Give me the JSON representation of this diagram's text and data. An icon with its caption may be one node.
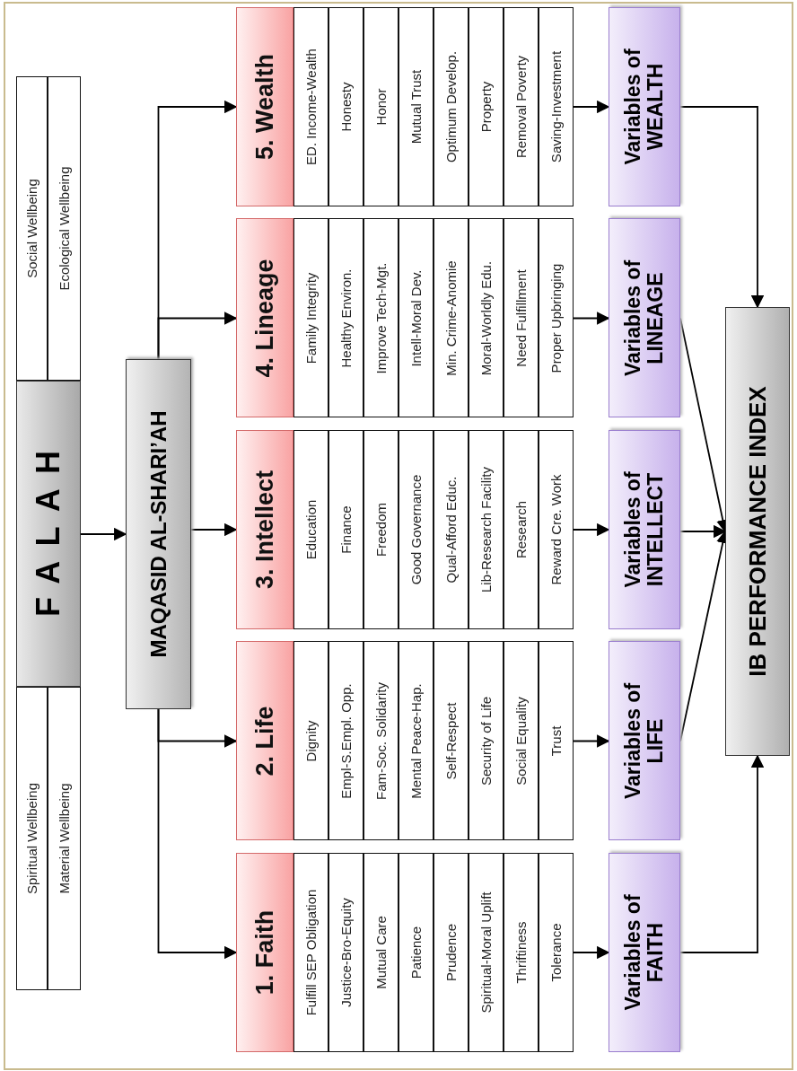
{
  "diagram": {
    "nodes": [
      {
        "text": [
          "Spiritual Wellbeing"
        ]
      },
      {
        "text": [
          "Material Wellbeing"
        ]
      },
      {
        "text": [
          "FALAH"
        ]
      },
      {
        "text": [
          "Social Wellbeing"
        ]
      },
      {
        "text": [
          "Ecological Wellbeing"
        ]
      },
      {
        "text": [
          "MAQASID AL-SHARI’AH"
        ]
      },
      {
        "text": [
          "1. Faith"
        ]
      },
      {
        "text": [
          "Fulfill SEP Obligation"
        ]
      },
      {
        "text": [
          "Justice-Bro-Equity"
        ]
      },
      {
        "text": [
          "Mutual Care"
        ]
      },
      {
        "text": [
          "Patience"
        ]
      },
      {
        "text": [
          "Prudence"
        ]
      },
      {
        "text": [
          "Spiritual-Moral Uplift"
        ]
      },
      {
        "text": [
          "Thriftiness"
        ]
      },
      {
        "text": [
          "Tolerance"
        ]
      },
      {
        "text": [
          "2. Life"
        ]
      },
      {
        "text": [
          "Dignity"
        ]
      },
      {
        "text": [
          "Empl-S.Empl. Opp."
        ]
      },
      {
        "text": [
          "Fam-Soc. Solidarity"
        ]
      },
      {
        "text": [
          "Mental Peace-Hap."
        ]
      },
      {
        "text": [
          "Self-Respect"
        ]
      },
      {
        "text": [
          "Security of Life"
        ]
      },
      {
        "text": [
          "Social Equality"
        ]
      },
      {
        "text": [
          "Trust"
        ]
      },
      {
        "text": [
          "3. Intellect"
        ]
      },
      {
        "text": [
          "Education"
        ]
      },
      {
        "text": [
          "Finance"
        ]
      },
      {
        "text": [
          "Freedom"
        ]
      },
      {
        "text": [
          "Good Governance"
        ]
      },
      {
        "text": [
          "Qual-Afford Educ."
        ]
      },
      {
        "text": [
          "Lib-Research Facility"
        ]
      },
      {
        "text": [
          "Research"
        ]
      },
      {
        "text": [
          "Reward Cre. Work"
        ]
      },
      {
        "text": [
          "4. Lineage"
        ]
      },
      {
        "text": [
          "Family Integrity"
        ]
      },
      {
        "text": [
          "Healthy Environ."
        ]
      },
      {
        "text": [
          "Improve Tech-Mgt."
        ]
      },
      {
        "text": [
          "Intell-Moral Dev."
        ]
      },
      {
        "text": [
          "Min. Crime-Anomie"
        ]
      },
      {
        "text": [
          "Moral-Worldly Edu."
        ]
      },
      {
        "text": [
          "Need Fulfillment"
        ]
      },
      {
        "text": [
          "Proper Upbringing"
        ]
      },
      {
        "text": [
          "5. Wealth"
        ]
      },
      {
        "text": [
          "ED. Income-Wealth"
        ]
      },
      {
        "text": [
          "Honesty"
        ]
      },
      {
        "text": [
          "Honor"
        ]
      },
      {
        "text": [
          "Mutual Trust"
        ]
      },
      {
        "text": [
          "Optimum Develop."
        ]
      },
      {
        "text": [
          "Property"
        ]
      },
      {
        "text": [
          "Removal Poverty"
        ]
      },
      {
        "text": [
          "Saving-Investment"
        ]
      },
      {
        "text": [
          "Variables of FAITH"
        ]
      },
      {
        "text": [
          "Variables of LIFE"
        ]
      },
      {
        "text": [
          "Variables of INTELLECT"
        ]
      },
      {
        "text": [
          "Variables of LINEAGE"
        ]
      },
      {
        "text": [
          "Variables of WEALTH"
        ]
      },
      {
        "text": [
          "IB PERFORMANCE INDEX"
        ]
      }
    ],
    "edges": [
      {
        "from": 2,
        "to": 5,
        "arrow": "to"
      },
      {
        "from": 5,
        "to": 6,
        "arrow": "to"
      },
      {
        "from": 5,
        "to": 15,
        "arrow": "to"
      },
      {
        "from": 5,
        "to": 24,
        "arrow": "to"
      },
      {
        "from": 5,
        "to": 33,
        "arrow": "to"
      },
      {
        "from": 5,
        "to": 42,
        "arrow": "to"
      },
      {
        "from": 14,
        "to": 51,
        "arrow": "to"
      },
      {
        "from": 23,
        "to": 52,
        "arrow": "to"
      },
      {
        "from": 32,
        "to": 53,
        "arrow": "to"
      },
      {
        "from": 41,
        "to": 54,
        "arrow": "to"
      },
      {
        "from": 50,
        "to": 55,
        "arrow": "to"
      },
      {
        "from": 51,
        "to": 56,
        "arrow": "to"
      },
      {
        "from": 52,
        "to": 56,
        "arrow": "to"
      },
      {
        "from": 53,
        "to": 56,
        "arrow": "to"
      },
      {
        "from": 54,
        "to": 56,
        "arrow": "to"
      },
      {
        "from": 55,
        "to": 56,
        "arrow": "to"
      }
    ]
  }
}
